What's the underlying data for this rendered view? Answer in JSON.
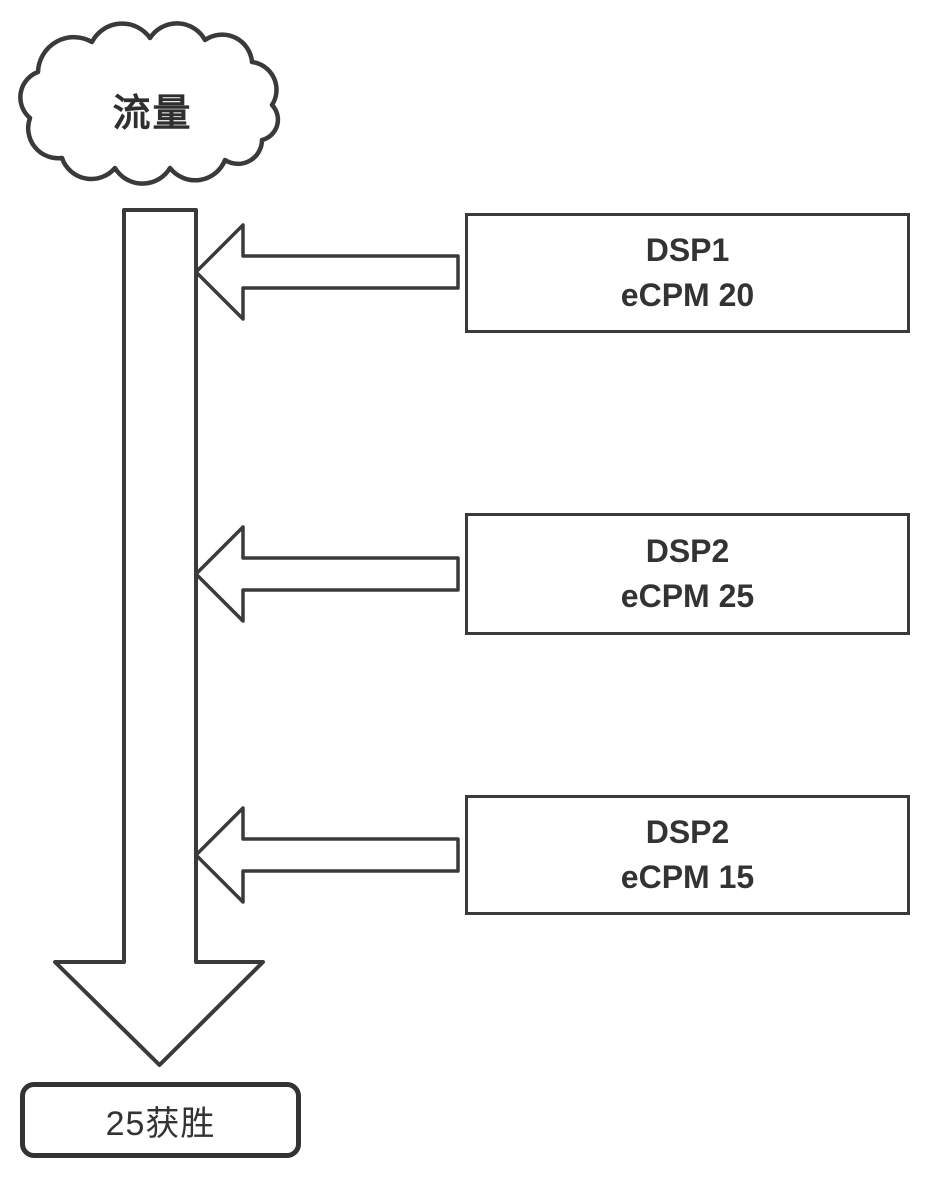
{
  "cloud": {
    "label": "流量"
  },
  "dsp_boxes": [
    {
      "title": "DSP1",
      "subtitle": "eCPM 20"
    },
    {
      "title": "DSP2",
      "subtitle": "eCPM 25"
    },
    {
      "title": "DSP2",
      "subtitle": "eCPM 15"
    }
  ],
  "result": {
    "label": "25获胜"
  },
  "icons": {
    "cloud": "cloud-shape",
    "down_arrow": "down-arrow",
    "left_arrow": "left-arrow"
  },
  "colors": {
    "stroke": "#3a3a3a",
    "text": "#333333",
    "background": "#ffffff"
  }
}
